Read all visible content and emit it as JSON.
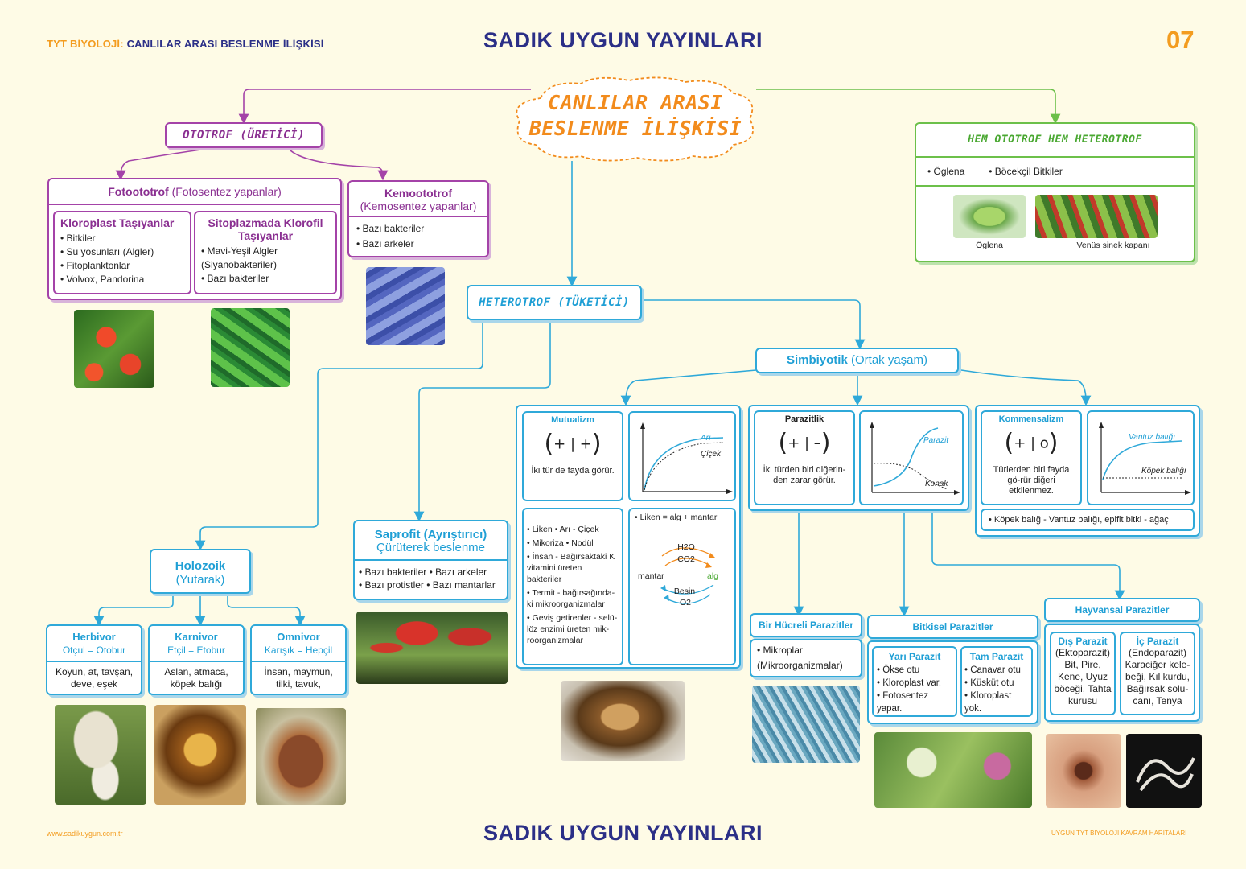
{
  "header": {
    "left_prefix": "TYT BİYOLOJİ:",
    "left_title": "CANLILAR ARASI BESLENME İLİŞKİSİ",
    "brand": "SADIK UYGUN YAYINLARI",
    "page_number": "07"
  },
  "footer": {
    "url": "www.sadikuygun.com.tr",
    "brand": "SADIK UYGUN YAYINLARI",
    "series": "UYGUN TYT BİYOLOJİ KAVRAM HARİTALARI"
  },
  "center": {
    "line1": "CANLILAR ARASI",
    "line2": "BESLENME İLİŞKİSİ"
  },
  "ototrof": {
    "title": "OTOTROF (ÜRETİCİ)",
    "foto_title": "Fotoototrof",
    "foto_sub": "(Fotosentez yapanlar)",
    "klor_title": "Kloroplast Taşıyanlar",
    "klor_items": [
      "Bitkiler",
      "Su yosunları (Algler)",
      "Fitoplanktonlar",
      "Volvox, Pandorina"
    ],
    "sito_title": "Sitoplazmada Klorofil Taşıyanlar",
    "sito_items": [
      "Mavi-Yeşil Algler",
      "(Siyanobakteriler)",
      "Bazı bakteriler"
    ],
    "kemo_title": "Kemoototrof",
    "kemo_sub": "(Kemosentez yapanlar)",
    "kemo_items": [
      "Bazı bakteriler",
      "Bazı arkeler"
    ]
  },
  "hem": {
    "title": "HEM OTOTROF HEM HETEROTROF",
    "item1": "Öglena",
    "item2": "Böcekçil Bitkiler",
    "cap1": "Öglena",
    "cap2": "Venüs sinek kapanı"
  },
  "heterotrof": {
    "title": "HETEROTROF (TÜKETİCİ)"
  },
  "holozoik": {
    "title": "Holozoik",
    "sub": "(Yutarak)",
    "herbivor": {
      "title": "Herbivor",
      "sub": "Otçul = Otobur",
      "ex": "Koyun, at, tavşan, deve, eşek"
    },
    "karnivor": {
      "title": "Karnivor",
      "sub": "Etçil = Etobur",
      "ex": "Aslan, atmaca, köpek balığı"
    },
    "omnivor": {
      "title": "Omnivor",
      "sub": "Karışık = Hepçil",
      "ex": "İnsan, maymun, tilki, tavuk,"
    }
  },
  "saprofit": {
    "title": "Saprofit (Ayrıştırıcı)",
    "sub": "Çürüterek beslenme",
    "row1a": "Bazı bakteriler",
    "row1b": "Bazı arkeler",
    "row2a": "Bazı protistler",
    "row2b": "Bazı mantarlar"
  },
  "simbiyotik": {
    "title": "Simbiyotik",
    "sub": "(Ortak yaşam)"
  },
  "mutualizm": {
    "title": "Mutualizm",
    "symbol": "+ | +",
    "desc": "İki tür de fayda görür.",
    "graph_a": "Arı",
    "graph_b": "Çiçek",
    "items": [
      "Liken   • Arı - Çiçek",
      "Mikoriza   • Nodül",
      "İnsan - Bağırsaktaki K vitamini üreten bakteriler",
      "Termit - bağırsağında-ki mikroorganizmalar",
      "Geviş getirenler - selü-löz enzimi üreten mik-roorganizmalar"
    ],
    "liken": "Liken = alg + mantar",
    "h2o": "H2O",
    "co2": "CO2",
    "mantar": "mantar",
    "alg": "alg",
    "besin": "Besin",
    "o2": "O2"
  },
  "parazitlik": {
    "title": "Parazitlik",
    "symbol": "+ | –",
    "desc": "İki türden biri diğerin-den zarar görür.",
    "graph_a": "Parazit",
    "graph_b": "Konak"
  },
  "kommensalizm": {
    "title": "Kommensalizm",
    "symbol": "+ | o",
    "desc": "Türlerden biri fayda gö-rür diğeri etkilenmez.",
    "graph_a": "Vantuz balığı",
    "graph_b": "Köpek balığı",
    "example": "Köpek balığı- Vantuz balığı, epifit bitki - ağaç"
  },
  "bir_hucreli": {
    "title": "Bir Hücreli Parazitler",
    "item": "Mikroplar",
    "item2": "(Mikroorganizmalar)"
  },
  "bitkisel": {
    "title": "Bitkisel Parazitler",
    "yari_title": "Yarı Parazit",
    "yari_items": [
      "Ökse otu",
      "Kloroplast var.",
      "Fotosentez yapar."
    ],
    "tam_title": "Tam Parazit",
    "tam_items": [
      "Canavar otu",
      "Küsküt otu",
      "Kloroplast yok."
    ]
  },
  "hayvansal": {
    "title": "Hayvansal Parazitler",
    "dis_title": "Dış Parazit",
    "dis_text": "(Ektoparazit) Bit, Pire, Kene, Uyuz böceği, Tahta kurusu",
    "ic_title": "İç Parazit",
    "ic_text": "(Endoparazit) Karaciğer kele-beği, Kıl kurdu, Bağırsak solu-canı, Tenya"
  },
  "colors": {
    "purple": "#a443a8",
    "cyan": "#2fa9d9",
    "green": "#6cc04a",
    "orange": "#f28b1c",
    "navy": "#2b2f87"
  }
}
